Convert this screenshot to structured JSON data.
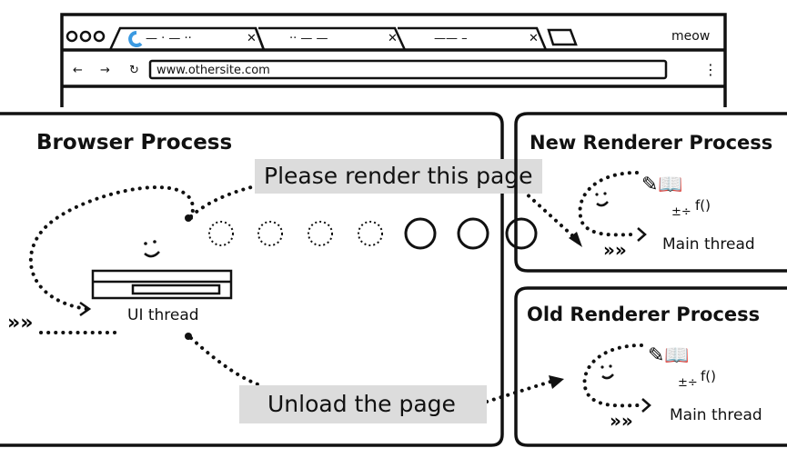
{
  "browser_window": {
    "profile_name": "meow",
    "address_bar": "www.othersite.com",
    "tabs": [
      {
        "title_placeholder": "— · — ··"
      },
      {
        "title_placeholder": "·· — —"
      },
      {
        "title_placeholder": "—— –"
      }
    ],
    "accent_color": "#3b9ae1"
  },
  "browser_process": {
    "title": "Browser Process",
    "thread_label": "UI thread"
  },
  "new_renderer": {
    "title": "New Renderer Process",
    "thread_label": "Main thread"
  },
  "old_renderer": {
    "title": "Old Renderer Process",
    "thread_label": "Main thread"
  },
  "messages": {
    "render": "Please render this page",
    "unload": "Unload the page"
  },
  "message_box_color": "#dcdcdc",
  "icons": [
    "loading-spinner-icon",
    "back-arrow-icon",
    "forward-arrow-icon",
    "reload-icon",
    "menu-dots-icon",
    "smiley-face-icon",
    "pencil-icon",
    "book-icon",
    "tree-icon",
    "math-symbols-icon",
    "function-icon",
    "chevrons-icon"
  ]
}
